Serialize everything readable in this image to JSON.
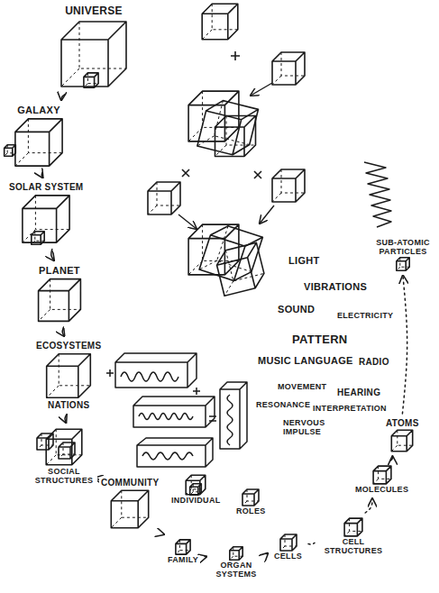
{
  "diagram": {
    "nodes": [
      {
        "text": [
          "UNIVERSE"
        ]
      },
      {
        "text": [
          "GALAXY"
        ]
      },
      {
        "text": [
          "SOLAR SYSTEM"
        ]
      },
      {
        "text": [
          "PLANET"
        ]
      },
      {
        "text": [
          "ECOSYSTEMS",
          "NATIONS"
        ]
      },
      {
        "text": [
          "SOCIAL STRUCTURES"
        ]
      },
      {
        "text": [
          "COMMUNITY"
        ]
      },
      {
        "text": [
          "INDIVIDUAL"
        ]
      },
      {
        "text": [
          "ROLES"
        ]
      },
      {
        "text": [
          "FAMILY"
        ]
      },
      {
        "text": [
          "ORGAN SYSTEMS"
        ]
      },
      {
        "text": [
          "CELLS"
        ]
      },
      {
        "text": [
          "CELL STRUCTURES"
        ]
      },
      {
        "text": [
          "MOLECULES"
        ]
      },
      {
        "text": [
          "ATOMS"
        ]
      },
      {
        "text": [
          "SUB-ATOMIC PARTICLES"
        ]
      }
    ],
    "edges": [
      {
        "from": 0,
        "to": 1,
        "arrow": "to"
      },
      {
        "from": 1,
        "to": 2,
        "arrow": "to"
      },
      {
        "from": 2,
        "to": 3,
        "arrow": "to"
      },
      {
        "from": 3,
        "to": 4,
        "arrow": "to"
      },
      {
        "from": 4,
        "to": 5,
        "arrow": "to"
      },
      {
        "from": 5,
        "to": 6,
        "arrow": "to"
      },
      {
        "from": 6,
        "to": 9,
        "arrow": "to"
      },
      {
        "from": 9,
        "to": 10,
        "arrow": "to"
      },
      {
        "from": 10,
        "to": 11,
        "arrow": "to"
      },
      {
        "from": 11,
        "to": 12,
        "arrow": "none"
      },
      {
        "from": 12,
        "to": 13,
        "arrow": "to"
      },
      {
        "from": 13,
        "to": 14,
        "arrow": "to"
      },
      {
        "from": 14,
        "to": 15,
        "arrow": "to"
      }
    ],
    "labels": [
      "LIGHT",
      "VIBRATIONS",
      "SOUND",
      "ELECTRICITY",
      "PATTERN",
      "RADIO",
      "MUSIC LANGUAGE",
      "MOVEMENT",
      "HEARING",
      "INTERPRETATION",
      "RESONANCE",
      "NERVOUS IMPULSE"
    ]
  }
}
